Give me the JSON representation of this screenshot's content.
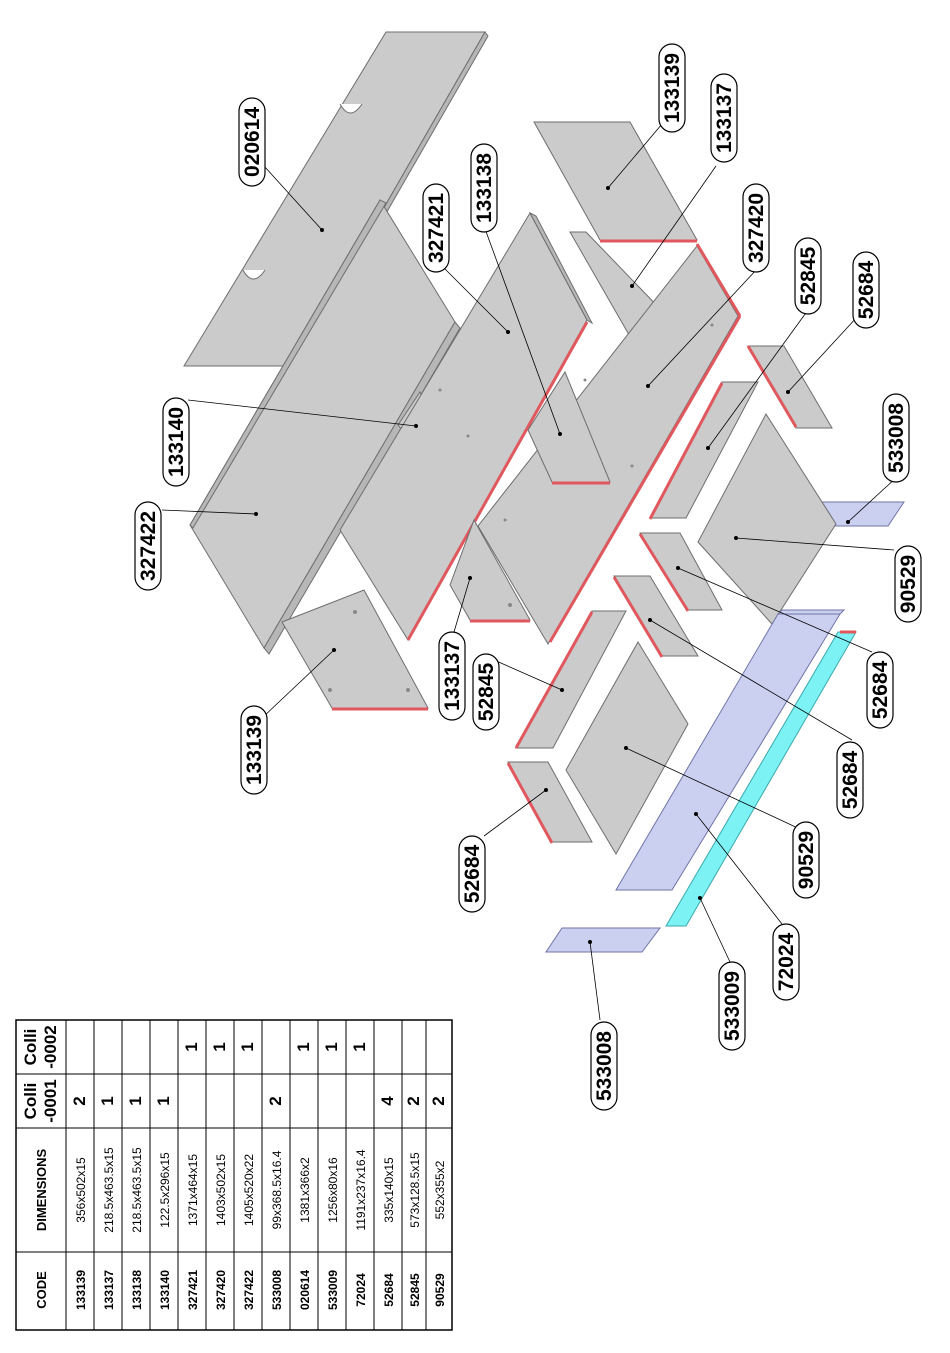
{
  "callouts": {
    "c020614": "020614",
    "c133139_top": "133139",
    "c133137_top": "133137",
    "c133138": "133138",
    "c327421": "327421",
    "c327420": "327420",
    "c52845_top": "52845",
    "c52684_top": "52684",
    "c133140": "133140",
    "c533008_right": "533008",
    "c327422": "327422",
    "c90529_right": "90529",
    "c133137_mid": "133137",
    "c52845_mid": "52845",
    "c133139_left": "133139",
    "c52684_right": "52684",
    "c52684_mid": "52684",
    "c90529_mid": "90529",
    "c52684_bottom": "52684",
    "c72024": "72024",
    "c533009": "533009",
    "c533008_bottom": "533008"
  },
  "parts_table": {
    "headers": {
      "code": "CODE",
      "dimensions": "DIMENSIONS",
      "colli1_line1": "Colli",
      "colli1_line2": "-0001",
      "colli2_line1": "Colli",
      "colli2_line2": "-0002"
    },
    "rows": [
      {
        "code": "133139",
        "dim": "356x502x15",
        "c1": "2",
        "c2": ""
      },
      {
        "code": "133137",
        "dim": "218.5x463.5x15",
        "c1": "1",
        "c2": ""
      },
      {
        "code": "133138",
        "dim": "218.5x463.5x15",
        "c1": "1",
        "c2": ""
      },
      {
        "code": "133140",
        "dim": "122.5x296x15",
        "c1": "1",
        "c2": ""
      },
      {
        "code": "327421",
        "dim": "1371x464x15",
        "c1": "",
        "c2": "1"
      },
      {
        "code": "327420",
        "dim": "1403x502x15",
        "c1": "",
        "c2": "1"
      },
      {
        "code": "327422",
        "dim": "1405x520x22",
        "c1": "",
        "c2": "1"
      },
      {
        "code": "533008",
        "dim": "99x368.5x16.4",
        "c1": "2",
        "c2": ""
      },
      {
        "code": "020614",
        "dim": "1381x366x2",
        "c1": "",
        "c2": "1"
      },
      {
        "code": "533009",
        "dim": "1256x80x16",
        "c1": "",
        "c2": "1"
      },
      {
        "code": "72024",
        "dim": "1191x237x16.4",
        "c1": "",
        "c2": "1"
      },
      {
        "code": "52684",
        "dim": "335x140x15",
        "c1": "4",
        "c2": ""
      },
      {
        "code": "52845",
        "dim": "573x128.5x15",
        "c1": "2",
        "c2": ""
      },
      {
        "code": "90529",
        "dim": "552x355x2",
        "c1": "2",
        "c2": ""
      }
    ]
  }
}
